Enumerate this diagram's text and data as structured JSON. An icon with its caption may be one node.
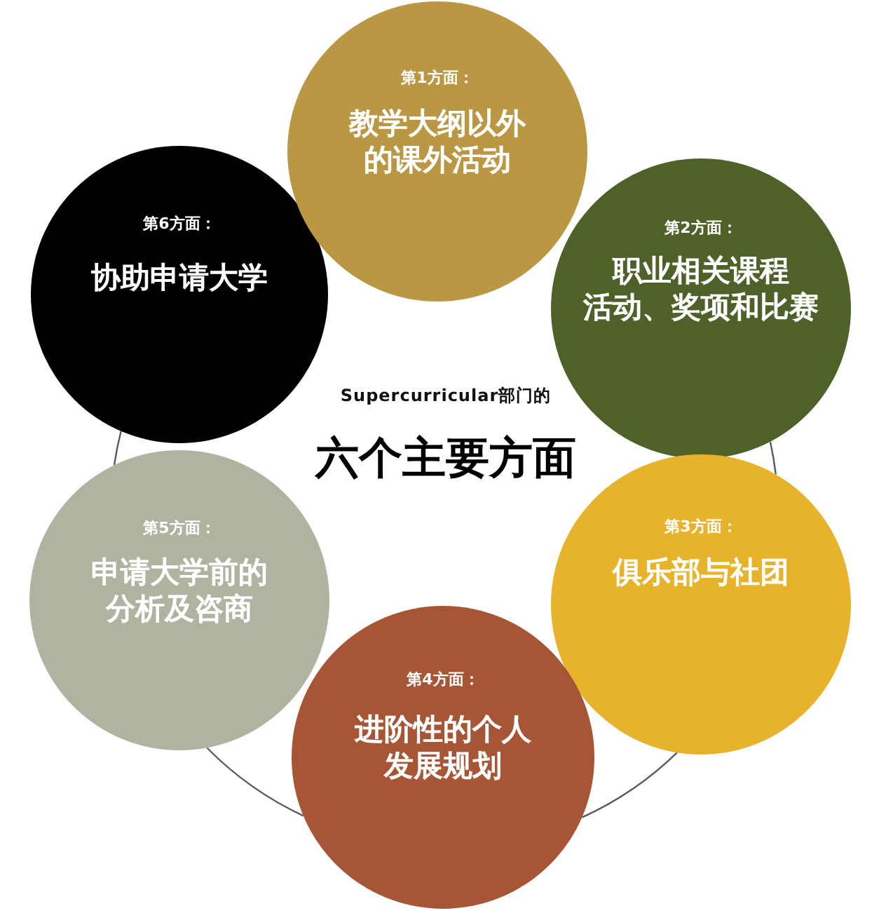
{
  "diagram": {
    "title": "六个主要方面",
    "nodes": [
      {
        "text": [
          "第1方面：",
          "教学大纲以外的课外活动"
        ]
      },
      {
        "text": [
          "第2方面：",
          "职业相关课程活动、奖项和比赛"
        ]
      },
      {
        "text": [
          "第3方面：",
          "俱乐部与社团"
        ]
      },
      {
        "text": [
          "第4方面：",
          "进阶性的个人发展规划"
        ]
      },
      {
        "text": [
          "第5方面：",
          "申请大学前的分析及咨商"
        ]
      },
      {
        "text": [
          "第6方面：",
          "协助申请大学"
        ]
      }
    ],
    "edges": [
      {
        "from": 1,
        "to": 2,
        "arrow": "none"
      },
      {
        "from": 2,
        "to": 3,
        "arrow": "none"
      },
      {
        "from": 3,
        "to": 4,
        "arrow": "none"
      },
      {
        "from": 4,
        "to": 5,
        "arrow": "none"
      }
    ],
    "labels": [
      "Supercurricular部门的"
    ]
  }
}
